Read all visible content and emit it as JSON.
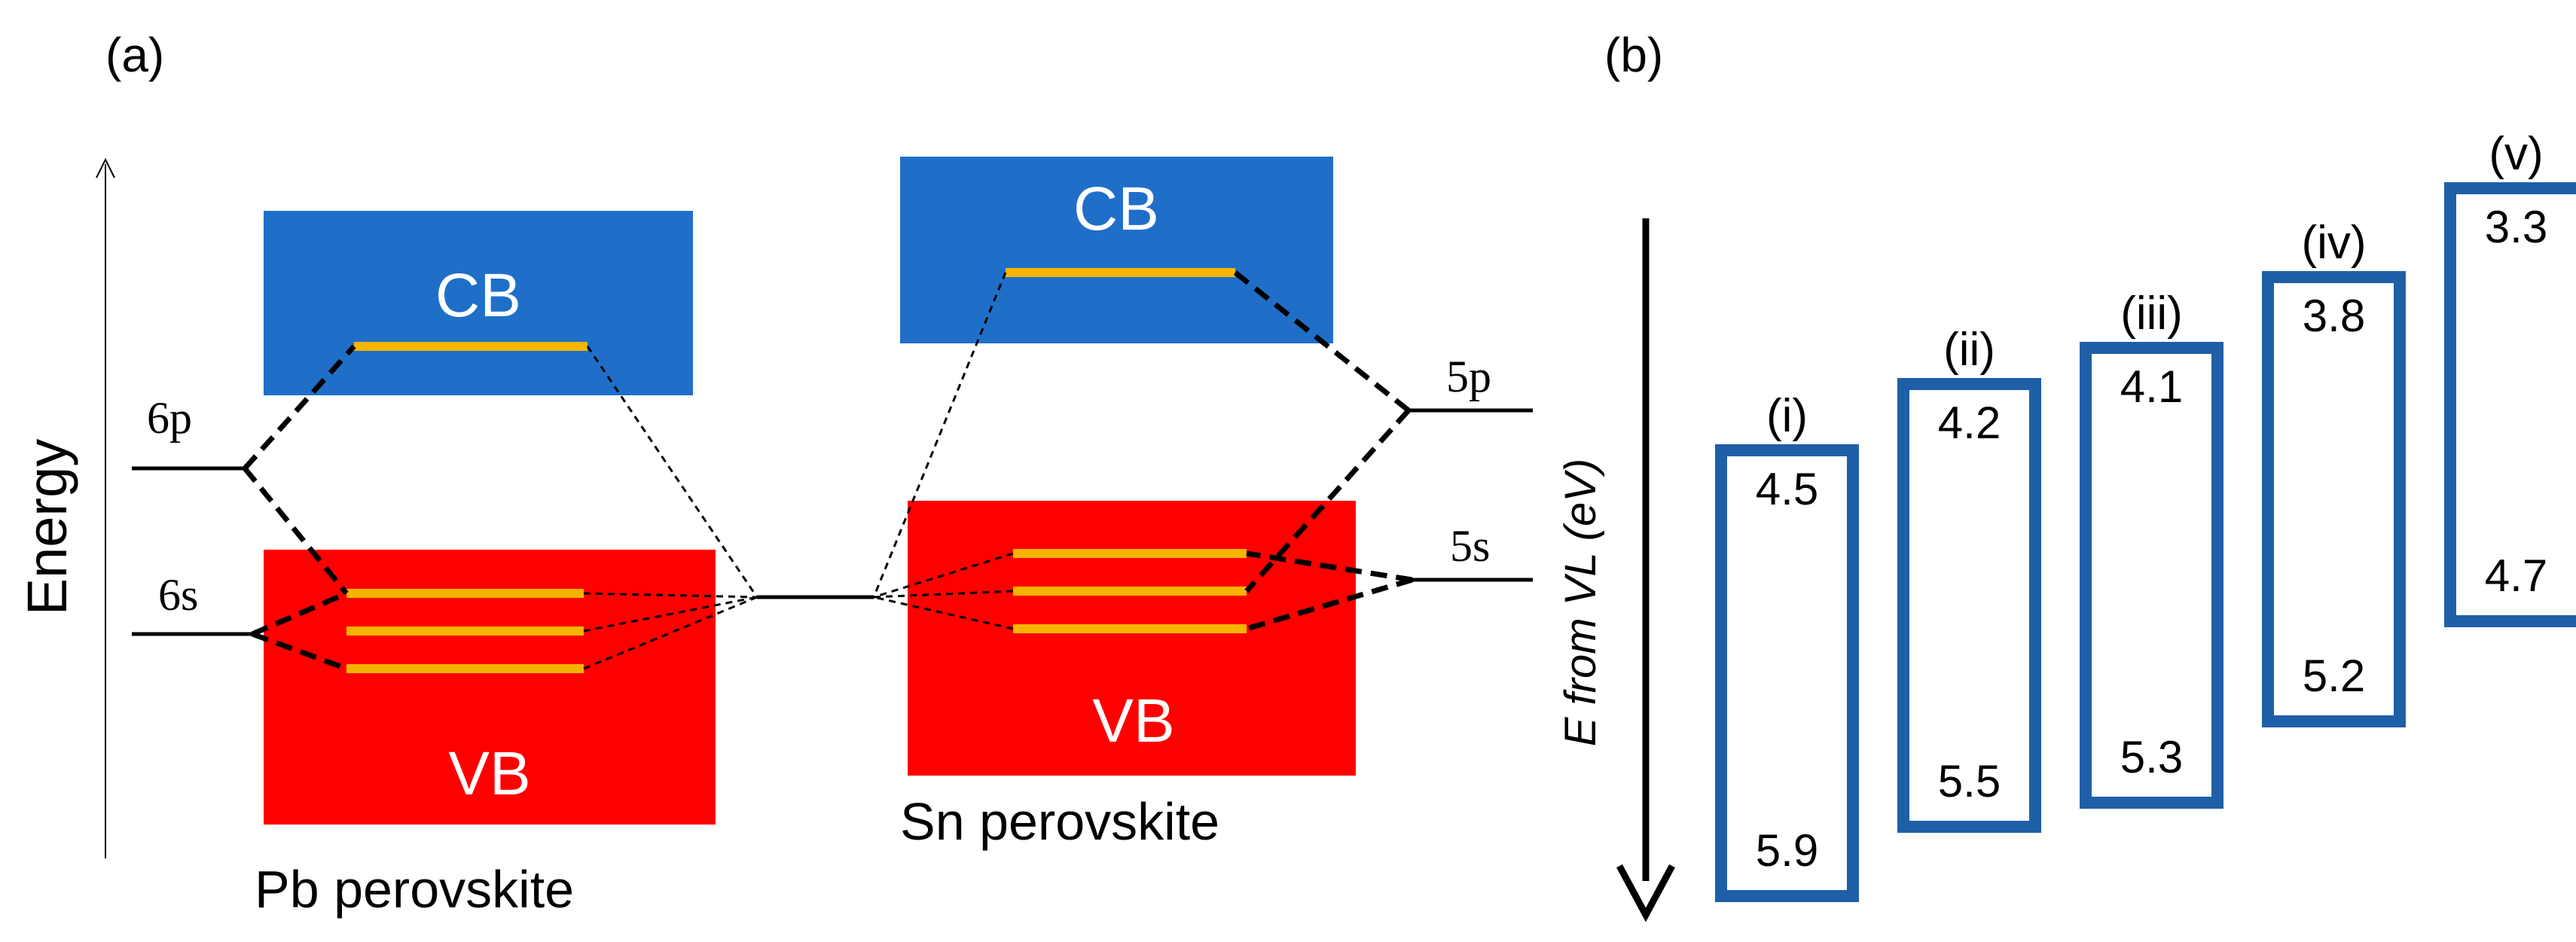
{
  "panel_a": {
    "label": "(a)",
    "axis_label": "Energy",
    "pb": {
      "orbital_6p": "6p",
      "orbital_6s": "6s",
      "cb_label": "CB",
      "vb_label": "VB",
      "caption": "Pb perovskite"
    },
    "sn": {
      "orbital_5p": "5p",
      "orbital_5s": "5s",
      "cb_label": "CB",
      "vb_label": "VB",
      "caption": "Sn perovskite"
    }
  },
  "panel_b": {
    "label": "(b)",
    "axis_label": "E from VL (eV)",
    "items": [
      {
        "roman": "(i)",
        "cb": 4.5,
        "vb": 5.9,
        "cb_text": "4.5",
        "vb_text": "5.9"
      },
      {
        "roman": "(ii)",
        "cb": 4.2,
        "vb": 5.5,
        "cb_text": "4.2",
        "vb_text": "5.5"
      },
      {
        "roman": "(iii)",
        "cb": 4.1,
        "vb": 5.3,
        "cb_text": "4.1",
        "vb_text": "5.3"
      },
      {
        "roman": "(iv)",
        "cb": 3.8,
        "vb": 5.2,
        "cb_text": "3.8",
        "vb_text": "5.2"
      },
      {
        "roman": "(v)",
        "cb": 3.3,
        "vb": 4.7,
        "cb_text": "3.3",
        "vb_text": "4.7"
      }
    ]
  },
  "colors": {
    "cb_fill": "#1f6fc9",
    "vb_fill": "#ff0000",
    "level_line": "#f5b400",
    "box_stroke": "#1f5fa8",
    "ink": "#000000",
    "band_text": "#ffffff"
  }
}
